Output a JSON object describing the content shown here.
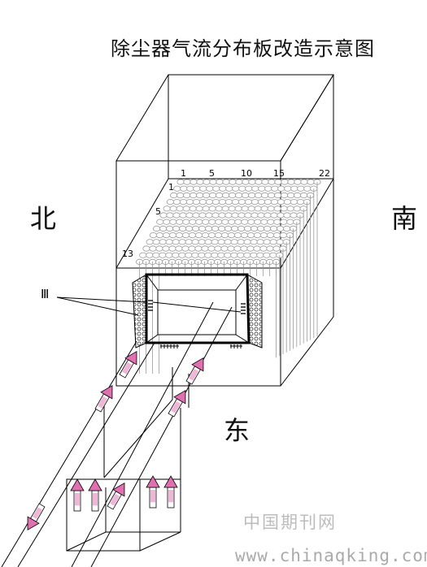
{
  "title": "除尘器气流分布板改造示意图",
  "directions": {
    "north": "北",
    "south": "南",
    "east": "东"
  },
  "row_labels": [
    "1",
    "5",
    "10",
    "15",
    "22"
  ],
  "column_labels": [
    "1",
    "5",
    "13"
  ],
  "callout_label": "Ⅲ",
  "watermark": {
    "line1": "中国期刊网",
    "line2": "www.chinaqking.com"
  },
  "colors": {
    "arrow_fill": "#e070b0",
    "line": "#000000",
    "grid_hatch": "#555555"
  }
}
